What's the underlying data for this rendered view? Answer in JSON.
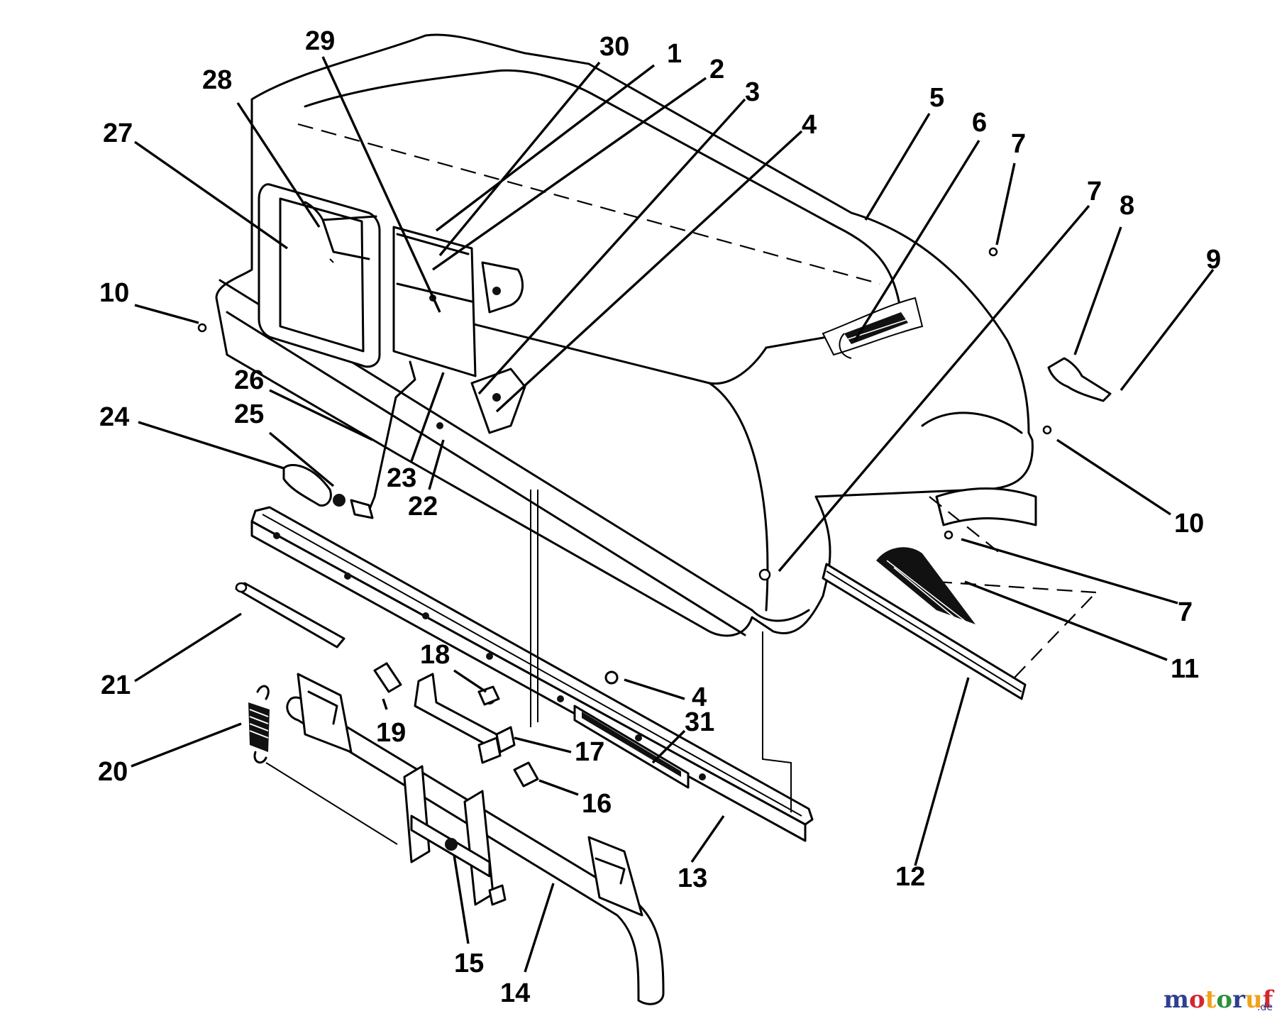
{
  "labels": [
    "1",
    "2",
    "3",
    "4",
    "5",
    "6",
    "7",
    "8",
    "9",
    "10",
    "11",
    "12",
    "13",
    "14",
    "15",
    "16",
    "17",
    "18",
    "19",
    "20",
    "21",
    "22",
    "23",
    "24",
    "25",
    "26",
    "27",
    "28",
    "29",
    "30",
    "31"
  ],
  "watermark": {
    "brand": "motoruf",
    "suffix": ".de",
    "colors": {
      "m": "#2d3f8f",
      "o": "#d4262e",
      "t": "#f0a21b",
      "u": "#2f8f3a",
      "r": "#2d3f8f",
      "f": "#d4262e"
    }
  }
}
